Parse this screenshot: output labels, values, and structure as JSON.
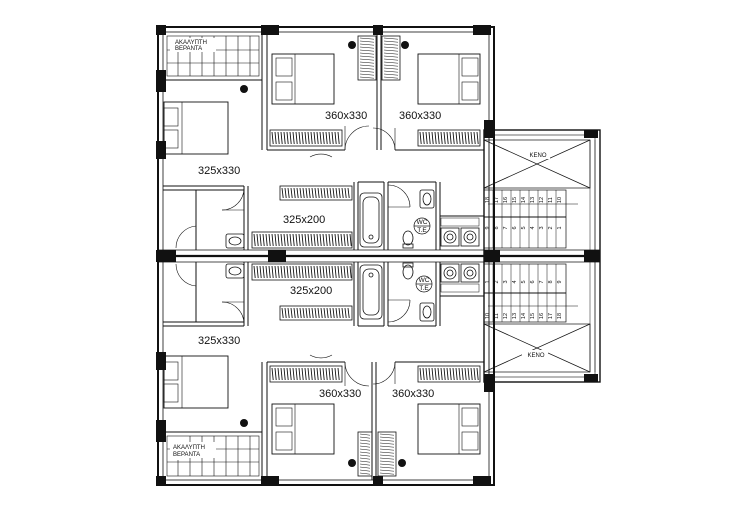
{
  "rooms": {
    "bed_top_left": "325x330",
    "bed_top_mid": "360x330",
    "bed_top_right": "360x330",
    "dress_top": "325x200",
    "dress_bottom": "325x200",
    "bed_bottom_left": "325x330",
    "bed_bottom_mid": "360x330",
    "bed_bottom_right": "360x330"
  },
  "veranda": {
    "top_line1": "ΑΚΑΛΥΠΤΗ",
    "top_line2": "ΒΕΡΑΝΤΑ",
    "bottom_line1": "ΑΚΑΛΥΠΤΗ",
    "bottom_line2": "ΒΕΡΑΝΤΑ"
  },
  "void": {
    "top": "KENO",
    "bottom": "KENO"
  },
  "wc": {
    "top": [
      "WC",
      "Τ.Ε"
    ],
    "bottom": [
      "WC",
      "Τ.Ε"
    ]
  },
  "stairs": {
    "upper_top": [
      "10",
      "11",
      "12",
      "13",
      "14",
      "15",
      "16",
      "17",
      "18"
    ],
    "upper_bottom": [
      "1",
      "2",
      "3",
      "4",
      "5",
      "6",
      "7",
      "8",
      "9"
    ],
    "lower_top": [
      "1",
      "2",
      "3",
      "4",
      "5",
      "6",
      "7",
      "8",
      "9"
    ],
    "lower_bottom": [
      "10",
      "11",
      "12",
      "13",
      "14",
      "15",
      "16",
      "17",
      "18"
    ]
  }
}
